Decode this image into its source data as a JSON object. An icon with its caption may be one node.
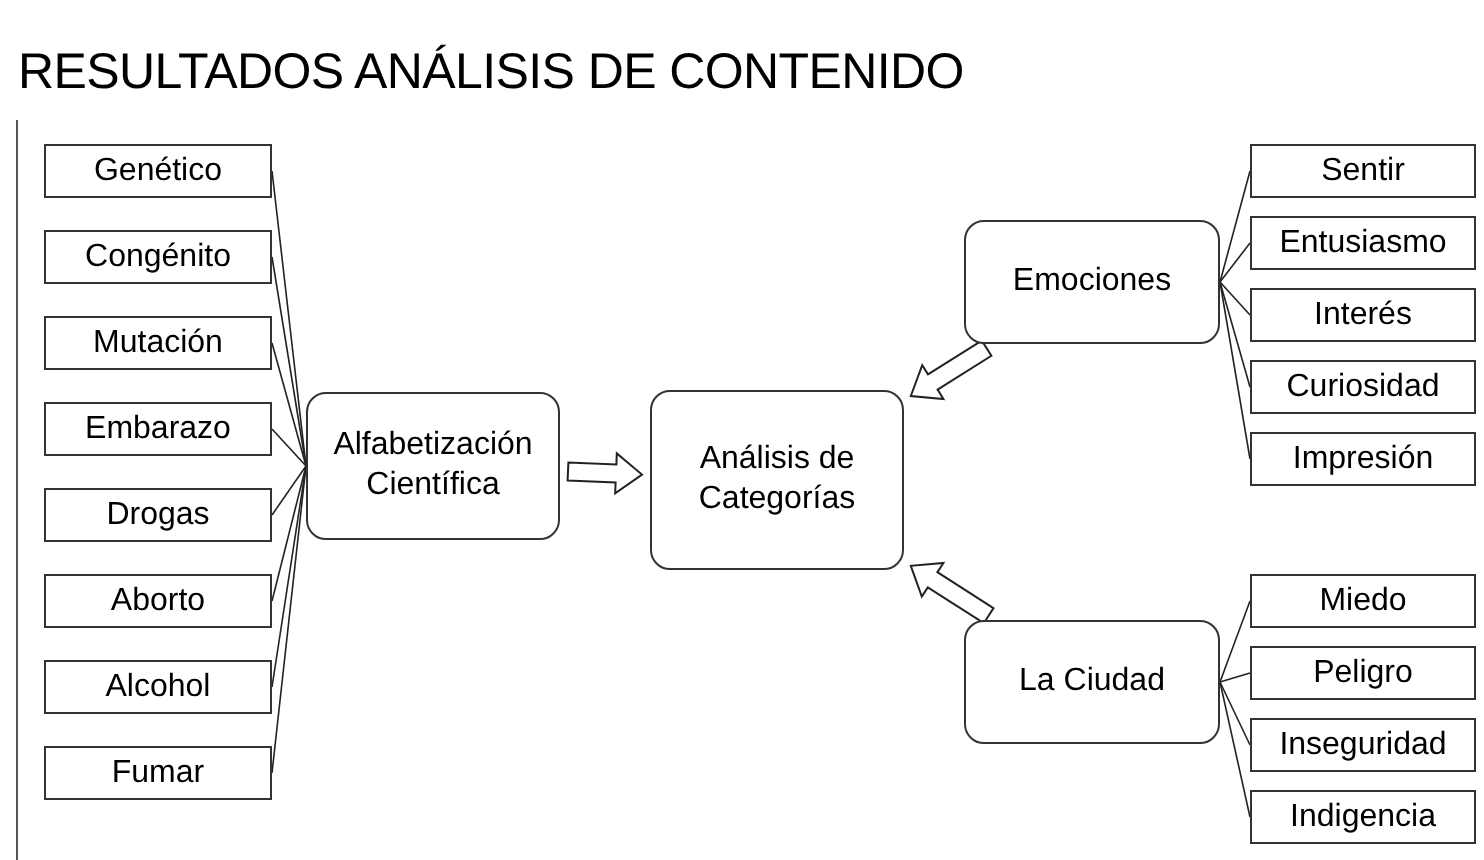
{
  "diagram": {
    "title": "RESULTADOS ANÁLISIS DE CONTENIDO",
    "nodes": [
      {
        "text": [
          "Genético"
        ]
      },
      {
        "text": [
          "Congénito"
        ]
      },
      {
        "text": [
          "Mutación"
        ]
      },
      {
        "text": [
          "Embarazo"
        ]
      },
      {
        "text": [
          "Drogas"
        ]
      },
      {
        "text": [
          "Aborto"
        ]
      },
      {
        "text": [
          "Alcohol"
        ]
      },
      {
        "text": [
          "Fumar"
        ]
      },
      {
        "text": [
          "Alfabetización Científica"
        ]
      },
      {
        "text": [
          "Análisis de Categorías"
        ]
      },
      {
        "text": [
          "Emociones"
        ]
      },
      {
        "text": [
          "Sentir"
        ]
      },
      {
        "text": [
          "Entusiasmo"
        ]
      },
      {
        "text": [
          "Interés"
        ]
      },
      {
        "text": [
          "Curiosidad"
        ]
      },
      {
        "text": [
          "Impresión"
        ]
      },
      {
        "text": [
          "La Ciudad"
        ]
      },
      {
        "text": [
          "Miedo"
        ]
      },
      {
        "text": [
          "Peligro"
        ]
      },
      {
        "text": [
          "Inseguridad"
        ]
      },
      {
        "text": [
          "Indigencia"
        ]
      }
    ],
    "edges": [
      {
        "from": 8,
        "to": 0,
        "arrow": "none"
      },
      {
        "from": 8,
        "to": 1,
        "arrow": "none"
      },
      {
        "from": 8,
        "to": 2,
        "arrow": "none"
      },
      {
        "from": 8,
        "to": 3,
        "arrow": "none"
      },
      {
        "from": 8,
        "to": 4,
        "arrow": "none"
      },
      {
        "from": 8,
        "to": 5,
        "arrow": "none"
      },
      {
        "from": 8,
        "to": 6,
        "arrow": "none"
      },
      {
        "from": 8,
        "to": 7,
        "arrow": "none"
      },
      {
        "from": 8,
        "to": 9,
        "arrow": "to",
        "style": "thick"
      },
      {
        "from": 10,
        "to": 9,
        "arrow": "to",
        "style": "thick"
      },
      {
        "from": 16,
        "to": 9,
        "arrow": "to",
        "style": "thick"
      },
      {
        "from": 10,
        "to": 11,
        "arrow": "none"
      },
      {
        "from": 10,
        "to": 12,
        "arrow": "none"
      },
      {
        "from": 10,
        "to": 13,
        "arrow": "none"
      },
      {
        "from": 10,
        "to": 14,
        "arrow": "none"
      },
      {
        "from": 10,
        "to": 15,
        "arrow": "none"
      },
      {
        "from": 16,
        "to": 17,
        "arrow": "none"
      },
      {
        "from": 16,
        "to": 18,
        "arrow": "none"
      },
      {
        "from": 16,
        "to": 19,
        "arrow": "none"
      },
      {
        "from": 16,
        "to": 20,
        "arrow": "none"
      }
    ]
  }
}
